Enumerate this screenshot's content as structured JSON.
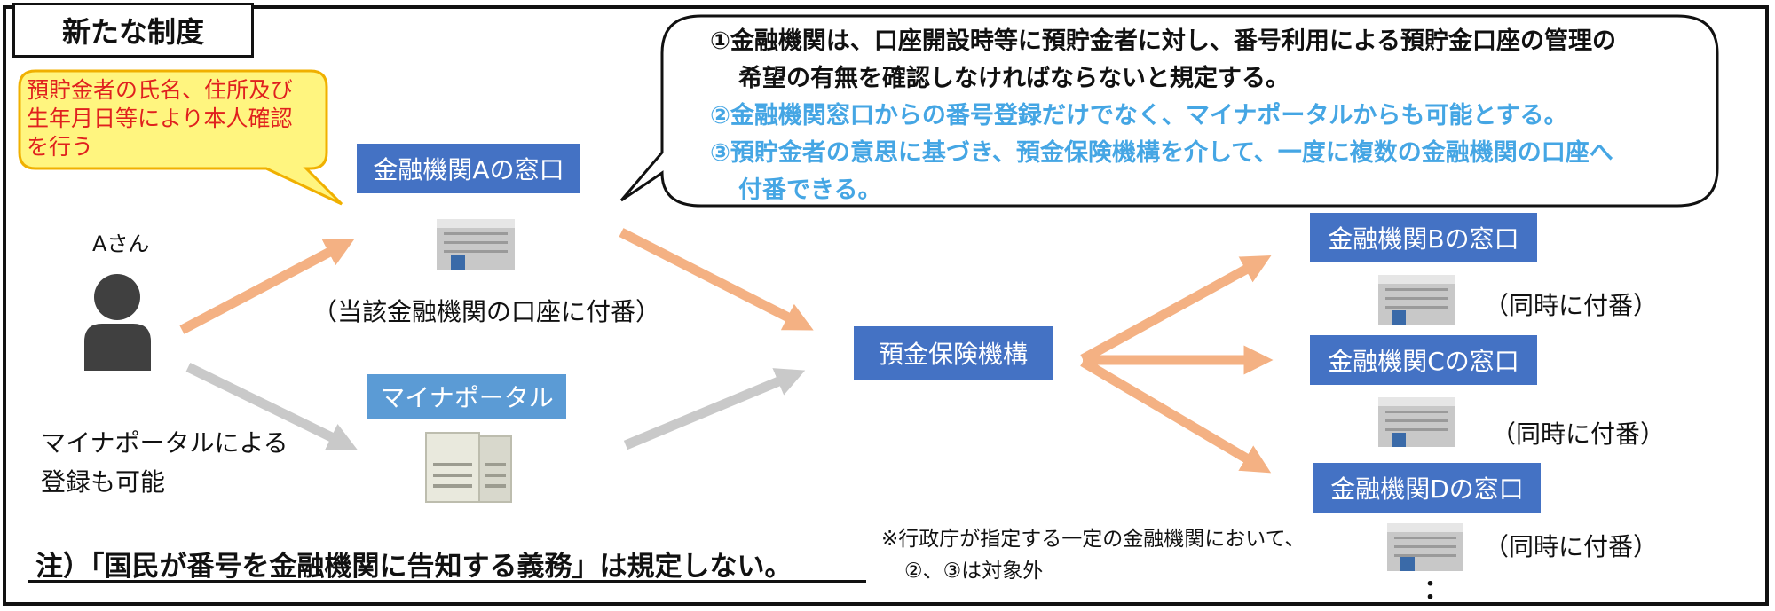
{
  "title": "新たな制度",
  "yellow_callout": [
    "預貯金者の氏名、住所及び",
    "生年月日等により本人確認",
    "を行う"
  ],
  "callout_lines": [
    {
      "text": "①金融機関は、口座開設時等に預貯金者に対し、番号利用による預貯金口座の管理の",
      "color": "#111111"
    },
    {
      "text": "希望の有無を確認しなければならないと規定する。",
      "color": "#111111"
    },
    {
      "text": "②金融機関窓口からの番号登録だけでなく、マイナポータルからも可能とする。",
      "color": "#45a6e4"
    },
    {
      "text": "③預貯金者の意思に基づき、預金保険機構を介して、一度に複数の金融機関の口座へ",
      "color": "#45a6e4"
    },
    {
      "text": "付番できる。",
      "color": "#45a6e4"
    }
  ],
  "person": {
    "name": "Aさん",
    "portal_note": [
      "マイナポータルによる",
      "登録も可能"
    ]
  },
  "bank_a": {
    "label": "金融機関Aの窓口",
    "note": "（当該金融機関の口座に付番）"
  },
  "portal": {
    "label": "マイナポータル"
  },
  "dic": {
    "label": "預金保険機構"
  },
  "banks_right": [
    {
      "label": "金融機関Bの窓口",
      "note": "（同時に付番）"
    },
    {
      "label": "金融機関Cの窓口",
      "note": "（同時に付番）"
    },
    {
      "label": "金融機関Dの窓口",
      "note": "（同時に付番）"
    }
  ],
  "ellipsis": "：",
  "note_main": "注）「国民が番号を金融機関に告知する義務」は規定しない。",
  "footnote": [
    "※行政庁が指定する一定の金融機関において、",
    "②、③は対象外"
  ],
  "colors": {
    "label_blue": "#4472c4",
    "label_light_blue": "#5b9bd5",
    "arrow_orange": "#f4b183",
    "arrow_gray": "#c9c9c9",
    "callout_yellow": "#fff57f",
    "alert_red": "#e0201e"
  }
}
